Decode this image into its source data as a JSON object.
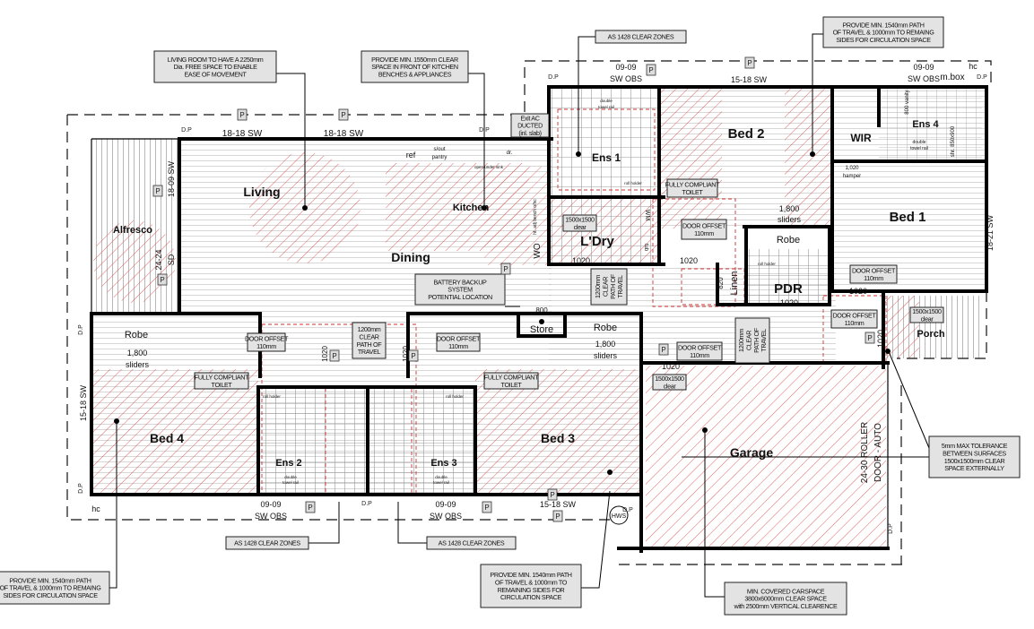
{
  "rooms": {
    "living": "Living",
    "dining": "Dining",
    "kitchen": "Kitchen",
    "alfresco": "Alfresco",
    "bed1": "Bed 1",
    "bed2": "Bed 2",
    "bed3": "Bed 3",
    "bed4": "Bed 4",
    "ens1": "Ens 1",
    "ens2": "Ens 2",
    "ens3": "Ens 3",
    "ens4": "Ens 4",
    "wir": "WIR",
    "laundry": "L'Dry",
    "pdr": "PDR",
    "linen": "Linen",
    "store": "Store",
    "robe_mid": "Robe",
    "robe_left": "Robe",
    "robe_right": "Robe",
    "garage": "Garage",
    "porch": "Porch"
  },
  "windows": [
    "18-18 SW",
    "18-18 SW",
    "09-09",
    "SW OBS",
    "15-18 SW",
    "09-09",
    "SW OBS",
    "18-09 SW",
    "24-24",
    "SD",
    "18-21 SW",
    "15-18 SW",
    "09-09",
    "SW OBS",
    "09-09",
    "SW OBS",
    "15-18 SW",
    "24-30 ROLLER",
    "DOOR - AUTO"
  ],
  "dimensions": [
    "1,800",
    "sliders",
    "1,800",
    "sliders",
    "1,800",
    "sliders",
    "1020",
    "1020",
    "1020",
    "1020",
    "1020",
    "1020",
    "1020",
    "1020",
    "820",
    "800",
    "1,020",
    "hamper"
  ],
  "fixtures": [
    "ref",
    "s/out",
    "pantry",
    "dr.",
    "open under sink",
    "double",
    "towel rail",
    "double",
    "towel rail",
    "double",
    "towel rail",
    "double",
    "towel rail",
    "WM",
    "tub",
    "WO",
    "ht. adj bench o/hc",
    "800 vanity",
    "shr. 850x900",
    "hc",
    "m.box",
    "hc",
    "HWS",
    "roll holder",
    "roll holder",
    "roll holder",
    "roll holder"
  ],
  "downpipe_label": "D.P",
  "power_point_marker": "P",
  "notes": {
    "living_space": [
      "LIVING ROOM TO HAVE A 2250mm",
      "Dia. FREE SPACE TO ENABLE",
      "EASE OF MOVEMENT"
    ],
    "kitchen_space": [
      "PROVIDE MIN. 1550mm CLEAR",
      "SPACE IN FRONT OF KITCHEN",
      "BENCHES & APPLIANCES"
    ],
    "clear_zones_top": [
      "AS 1428 CLEAR ZONES"
    ],
    "path_top": [
      "PROVIDE MIN. 1540mm PATH",
      "OF TRAVEL & 1000mm TO REMAING",
      "SIDES FOR CIRCULATION SPACE"
    ],
    "exit_ac": [
      "Exit AC",
      "DUCTED",
      "(inl. slab)"
    ],
    "toilet_ens1": [
      "FULLY COMPLIANT",
      "TOILET"
    ],
    "door_offset_1": [
      "DOOR OFFSET",
      "110mm"
    ],
    "door_offset_2": [
      "DOOR OFFSET",
      "110mm"
    ],
    "door_offset_3": [
      "DOOR OFFSET",
      "110mm"
    ],
    "door_offset_4": [
      "DOOR OFFSET",
      "110mm"
    ],
    "door_offset_5": [
      "DOOR OFFSET",
      "110mm"
    ],
    "door_offset_6": [
      "DOOR OFFSET",
      "110mm"
    ],
    "clear_laundry": [
      "1500x1500",
      "clear"
    ],
    "clear_porch": [
      "1500x1500",
      "clear"
    ],
    "clear_garage": [
      "1500x1500",
      "clear"
    ],
    "path_1": [
      "1200mm",
      "CLEAR",
      "PATH OF",
      "TRAVEL"
    ],
    "path_2": [
      "1200mm",
      "CLEAR",
      "PATH OF",
      "TRAVEL"
    ],
    "path_3": [
      "1200mm",
      "CLEAR",
      "PATH OF",
      "TRAVEL"
    ],
    "battery": [
      "BATTERY BACKUP",
      "SYSTEM",
      "POTENTIAL LOCATION"
    ],
    "toilet_ens2": [
      "FULLY COMPLIANT",
      "TOILET"
    ],
    "toilet_ens3": [
      "FULLY COMPLIANT",
      "TOILET"
    ],
    "tolerance": [
      "5mm MAX TOLERANCE",
      "BETWEEN SURFACES",
      "1500x1500mm CLEAR",
      "SPACE EXTERNALLY"
    ],
    "clear_zones_ens2": [
      "AS 1428 CLEAR ZONES"
    ],
    "clear_zones_ens3": [
      "AS 1428 CLEAR ZONES"
    ],
    "path_left": [
      "PROVIDE MIN. 1540mm PATH",
      "OF TRAVEL & 1000mm TO REMAING",
      "SIDES FOR CIRCULATION SPACE"
    ],
    "path_bottom": [
      "PROVIDE MIN. 1540mm PATH",
      "OF TRAVEL & 1000mm TO",
      "REMAINING SIDES FOR",
      "CIRCULATION SPACE"
    ],
    "carspace": [
      "MIN. COVERED CARSPACE",
      "3800x6000mm CLEAR SPACE",
      "with 2500mm VERTICAL CLEARENCE"
    ]
  },
  "colors": {
    "wall": "#000000",
    "hatch": "#d9534f",
    "note_fill": "#e3e3e3"
  }
}
